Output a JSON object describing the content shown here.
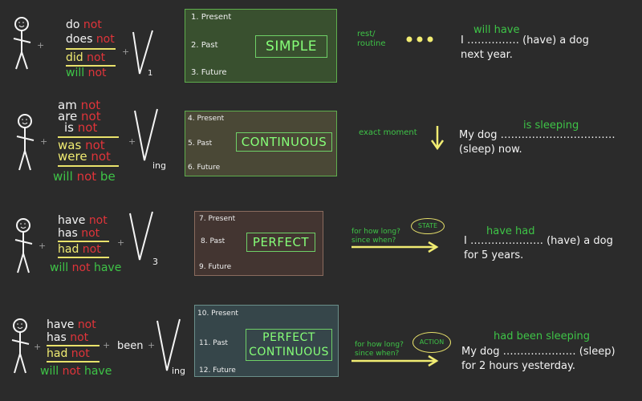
{
  "rows": [
    {
      "aux": [
        {
          "w": "do",
          "n": "not"
        },
        {
          "w": "does",
          "n": "not"
        },
        {
          "w": "did",
          "n": "not"
        },
        {
          "w": "will",
          "n": "not"
        }
      ],
      "verb_sub": "1",
      "tenses": [
        "1. Present",
        "2. Past",
        "3. Future"
      ],
      "label": "SIMPLE",
      "side": "rest/\nroutine",
      "answer": "will have",
      "sentence": "I …………… (have) a dog\nnext year."
    },
    {
      "aux": [
        {
          "w": "am",
          "n": "not"
        },
        {
          "w": "are",
          "n": "not"
        },
        {
          "w": "is",
          "n": "not"
        },
        {
          "w": "was",
          "n": "not"
        },
        {
          "w": "were",
          "n": "not"
        },
        {
          "w": "will",
          "n": "not",
          "extra": "be"
        }
      ],
      "verb_sub": "ing",
      "tenses": [
        "4. Present",
        "5. Past",
        "6. Future"
      ],
      "label": "CONTINUOUS",
      "side": "exact moment",
      "answer": "is sleeping",
      "sentence": "My dog ……………………………\n(sleep) now."
    },
    {
      "aux": [
        {
          "w": "have",
          "n": "not"
        },
        {
          "w": "has",
          "n": "not"
        },
        {
          "w": "had",
          "n": "not"
        },
        {
          "w": "will",
          "n": "not",
          "extra": "have"
        }
      ],
      "verb_sub": "3",
      "tenses": [
        "7. Present",
        "8. Past",
        "9. Future"
      ],
      "label": "PERFECT",
      "side": "for how long?\nsince when?",
      "oval": "STATE",
      "answer": "have had",
      "sentence": "I ………………… (have) a dog\nfor 5 years."
    },
    {
      "aux": [
        {
          "w": "have",
          "n": "not"
        },
        {
          "w": "has",
          "n": "not"
        },
        {
          "w": "had",
          "n": "not"
        },
        {
          "w": "will",
          "n": "not",
          "extra": "have"
        }
      ],
      "been": "been",
      "verb_sub": "ing",
      "tenses": [
        "10. Present",
        "11. Past",
        "12. Future"
      ],
      "label": "PERFECT\nCONTINUOUS",
      "side": "for how long?\nsince when?",
      "oval": "ACTION",
      "answer": "had been sleeping",
      "sentence": "My dog ………………… (sleep)\nfor 2 hours yesterday."
    }
  ],
  "colors": {
    "bg": "#2b2b2b",
    "white": "#f4f4f4",
    "red": "#e0343a",
    "green": "#3ec447",
    "yellow": "#f1ec72"
  },
  "icons": [
    "stick-figure-icon",
    "plus-icon",
    "verb-v-icon",
    "dots-icon",
    "down-arrow-icon",
    "right-arrow-icon"
  ]
}
